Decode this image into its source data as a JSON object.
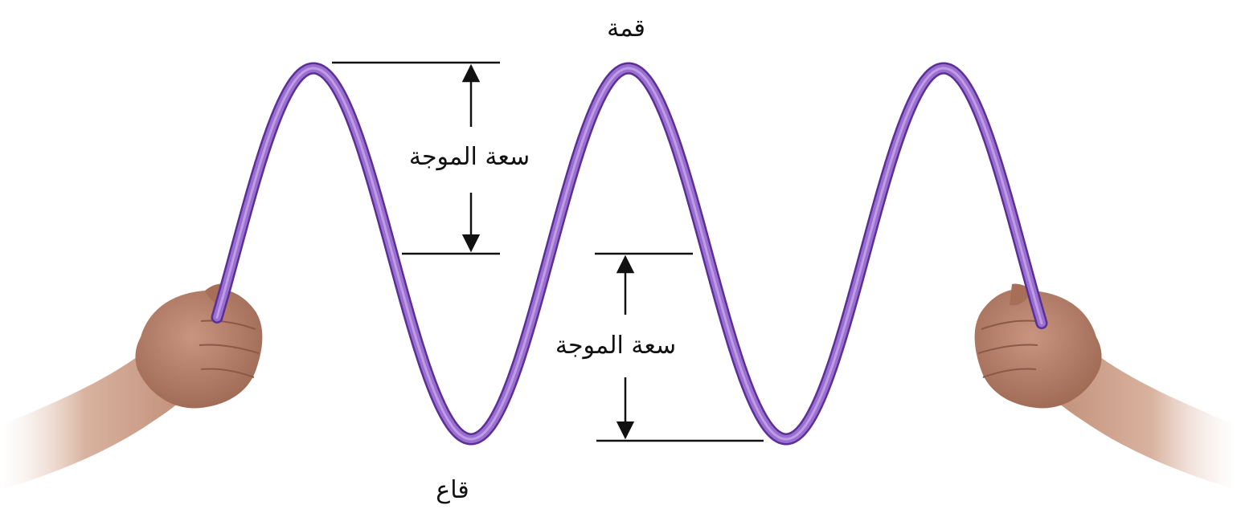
{
  "labels": {
    "crest": "قمة",
    "trough": "قاع",
    "amplitude_upper": "سعة الموجة",
    "amplitude_lower": "سعة الموجة"
  },
  "colors": {
    "rope_fill": "#9a6fcf",
    "rope_outline": "#5b2f98",
    "rope_highlight": "#c7a8ee",
    "skin": "#b9826a",
    "skin_shadow": "#8a5a46",
    "line": "#111111"
  },
  "icons": {
    "left_hand": "hand-icon",
    "right_hand": "hand-icon",
    "arrow": "double-arrow-icon"
  }
}
